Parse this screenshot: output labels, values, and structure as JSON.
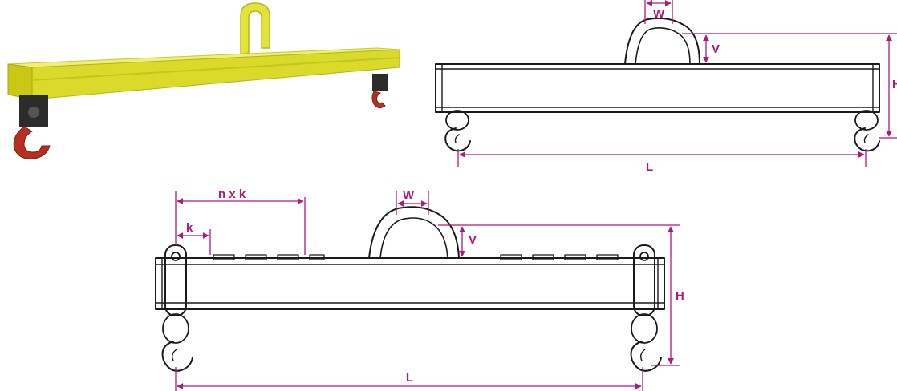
{
  "diagram": {
    "top_drawing": {
      "labels": {
        "width": "W",
        "vertical": "V",
        "height": "H",
        "length": "L"
      }
    },
    "bottom_drawing": {
      "labels": {
        "pitch_total": "n x k",
        "pitch": "k",
        "width": "W",
        "vertical": "V",
        "height": "H",
        "length": "L"
      }
    },
    "colors": {
      "beam_yellow": "#e3e33a",
      "hook_red": "#b5301f",
      "dimension_magenta": "#b0187a",
      "ink": "#1a1a1a"
    }
  }
}
